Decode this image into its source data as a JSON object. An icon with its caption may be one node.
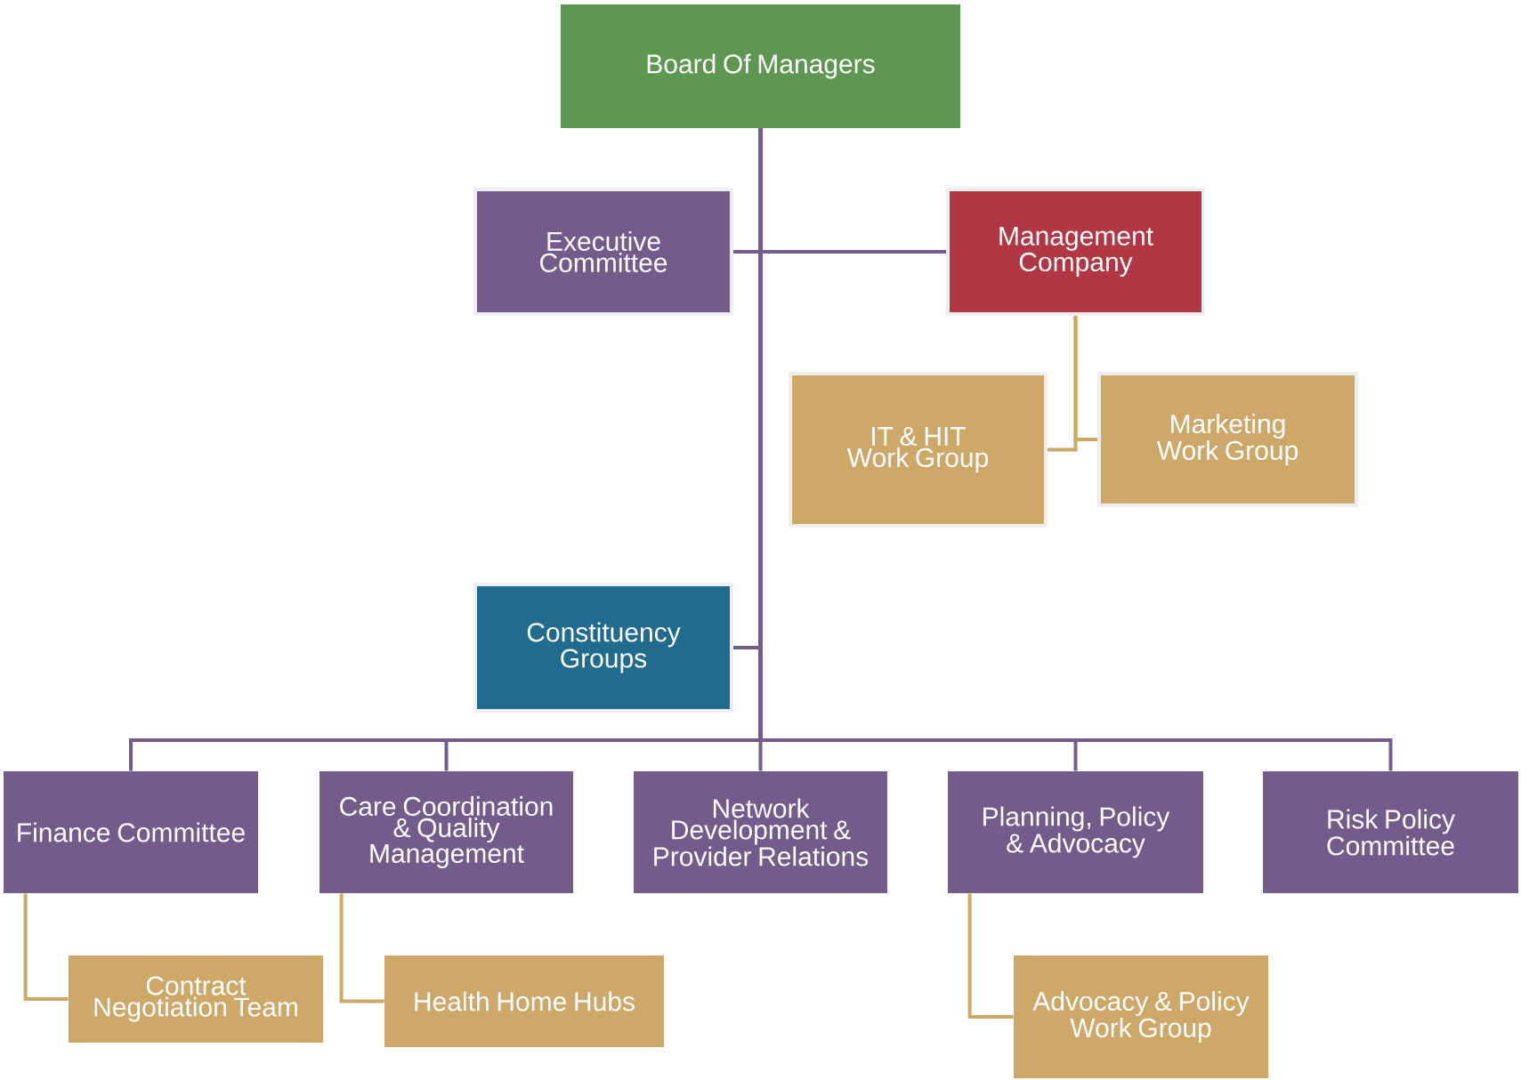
{
  "diagram": {
    "nodes": [
      {
        "text": [
          "Board Of Managers"
        ]
      },
      {
        "text": [
          "Executive Committee"
        ]
      },
      {
        "text": [
          "Management Company"
        ]
      },
      {
        "text": [
          "IT & HIT Work Group"
        ]
      },
      {
        "text": [
          "Marketing Work Group"
        ]
      },
      {
        "text": [
          "Constituency Groups"
        ]
      },
      {
        "text": [
          "Finance Committee"
        ]
      },
      {
        "text": [
          "Care Coordination & Quality Management"
        ]
      },
      {
        "text": [
          "Network Development & Provider Relations"
        ]
      },
      {
        "text": [
          "Planning, Policy & Advocacy"
        ]
      },
      {
        "text": [
          "Risk Policy Committee"
        ]
      },
      {
        "text": [
          "Contract Negotiation Team"
        ]
      },
      {
        "text": [
          "Health Home Hubs"
        ]
      },
      {
        "text": [
          "Advocacy & Policy Work Group"
        ]
      }
    ],
    "edges": [
      {
        "from": 0,
        "to": 1,
        "arrow": "none"
      },
      {
        "from": 0,
        "to": 2,
        "arrow": "none"
      },
      {
        "from": 2,
        "to": 3,
        "arrow": "none",
        "color": "#cda869"
      },
      {
        "from": 2,
        "to": 4,
        "arrow": "none",
        "color": "#cda869"
      },
      {
        "from": 0,
        "to": 5,
        "arrow": "none"
      },
      {
        "from": 0,
        "to": 6,
        "arrow": "none"
      },
      {
        "from": 0,
        "to": 7,
        "arrow": "none"
      },
      {
        "from": 0,
        "to": 8,
        "arrow": "none"
      },
      {
        "from": 0,
        "to": 9,
        "arrow": "none"
      },
      {
        "from": 0,
        "to": 10,
        "arrow": "none"
      },
      {
        "from": 6,
        "to": 11,
        "arrow": "none",
        "color": "#cda869"
      },
      {
        "from": 7,
        "to": 12,
        "arrow": "none",
        "color": "#cda869"
      },
      {
        "from": 9,
        "to": 13,
        "arrow": "none",
        "color": "#cda869"
      }
    ]
  }
}
